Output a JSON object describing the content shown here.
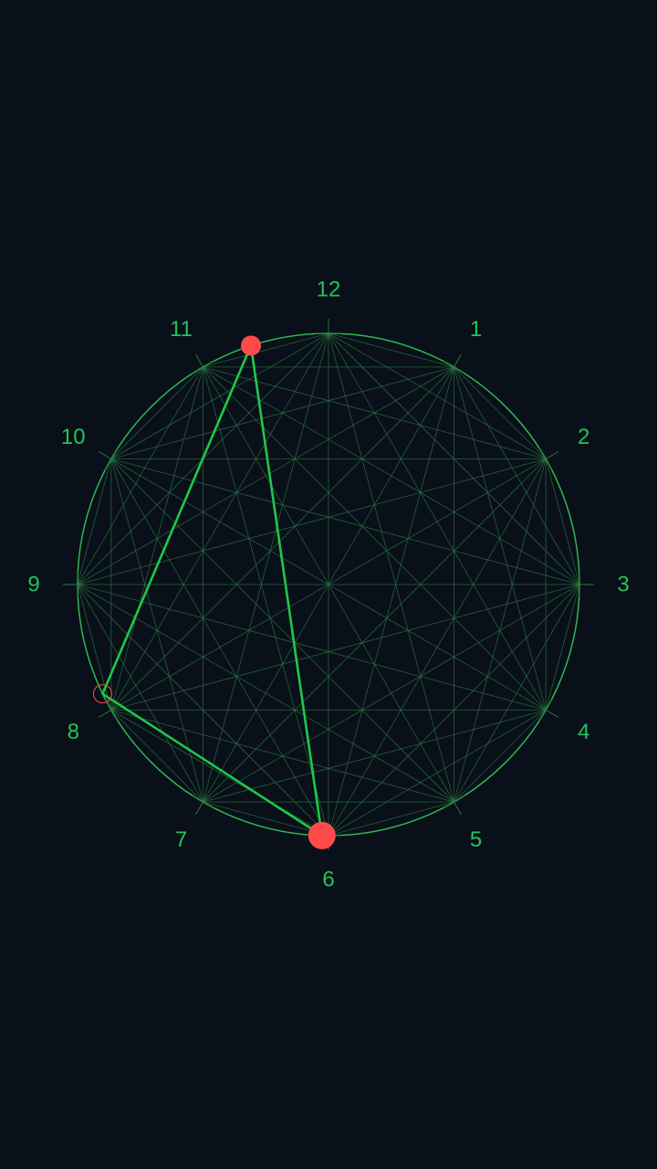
{
  "colors": {
    "background": "#09101a",
    "circle": "#2fb84d",
    "chord": "#2e7a40",
    "path": "#1ec84a",
    "label": "#22c455",
    "marker": "#ff4a4a"
  },
  "clock_labels": [
    "12",
    "1",
    "2",
    "3",
    "4",
    "5",
    "6",
    "7",
    "8",
    "9",
    "10",
    "11"
  ],
  "path_points": [
    {
      "hour": 11.4,
      "marker": "small-dot"
    },
    {
      "hour": 6.05,
      "marker": "large-dot"
    },
    {
      "hour": 8.14,
      "marker": "ring"
    }
  ],
  "path_closed": true
}
